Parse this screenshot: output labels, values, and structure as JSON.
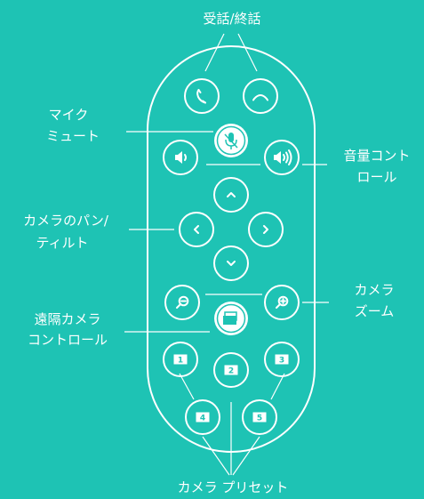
{
  "labels": {
    "call": "受話/終話",
    "mic_mute_1": "マイク",
    "mic_mute_2": "ミュート",
    "volume_1": "音量コント",
    "volume_2": "ロール",
    "pan_tilt_1": "カメラのパン/",
    "pan_tilt_2": "ティルト",
    "zoom_1": "カメラ",
    "zoom_2": "ズーム",
    "far_end_1": "遠隔カメラ",
    "far_end_2": "コントロール",
    "presets": "カメラ プリセット"
  },
  "presets": [
    "1",
    "2",
    "3",
    "4",
    "5"
  ],
  "colors": {
    "background": "#1ec3b4",
    "foreground": "#ffffff"
  },
  "icons": {
    "answer": "phone-answer-icon",
    "end": "phone-end-icon",
    "mute": "microphone-mute-icon",
    "volume_down": "volume-down-icon",
    "volume_up": "volume-up-icon",
    "pan_up": "chevron-up-icon",
    "pan_down": "chevron-down-icon",
    "pan_left": "chevron-left-icon",
    "pan_right": "chevron-right-icon",
    "zoom_out": "zoom-out-icon",
    "zoom_in": "zoom-in-icon",
    "far_end": "far-end-control-icon"
  }
}
